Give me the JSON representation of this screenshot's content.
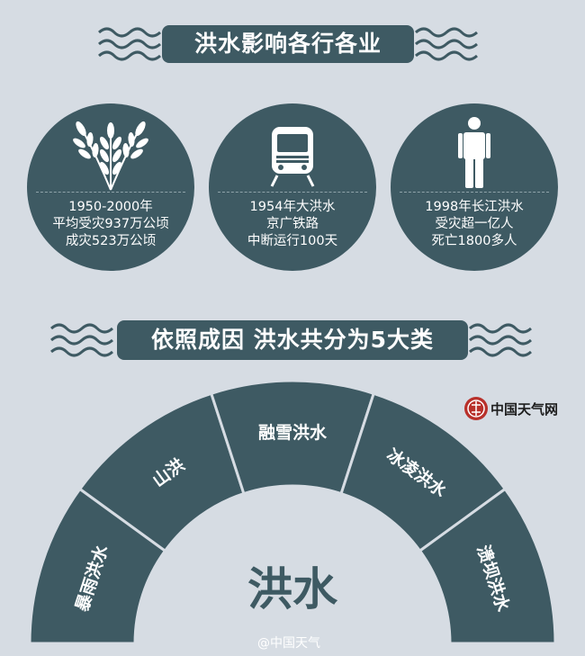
{
  "section1": {
    "title": "洪水影响各行各业",
    "items": [
      {
        "icon": "wheat-icon",
        "lines": [
          "1950-2000年",
          "平均受灾937万公顷",
          "成灾523万公顷"
        ]
      },
      {
        "icon": "train-icon",
        "lines": [
          "1954年大洪水",
          "京广铁路",
          "中断运行100天"
        ]
      },
      {
        "icon": "person-icon",
        "lines": [
          "1998年长江洪水",
          "受灾超一亿人",
          "死亡1800多人"
        ]
      }
    ]
  },
  "section2": {
    "title": "依照成因 洪水共分为5大类",
    "center_label": "洪水",
    "types": [
      "暴雨洪水",
      "山洪",
      "融雪洪水",
      "冰凌洪水",
      "溃坝洪水"
    ]
  },
  "brand": {
    "name": "中国天气网"
  },
  "credit": "@中国天气",
  "colors": {
    "background": "#d6dce3",
    "primary": "#3e5a63",
    "text_on_primary": "#ffffff"
  }
}
